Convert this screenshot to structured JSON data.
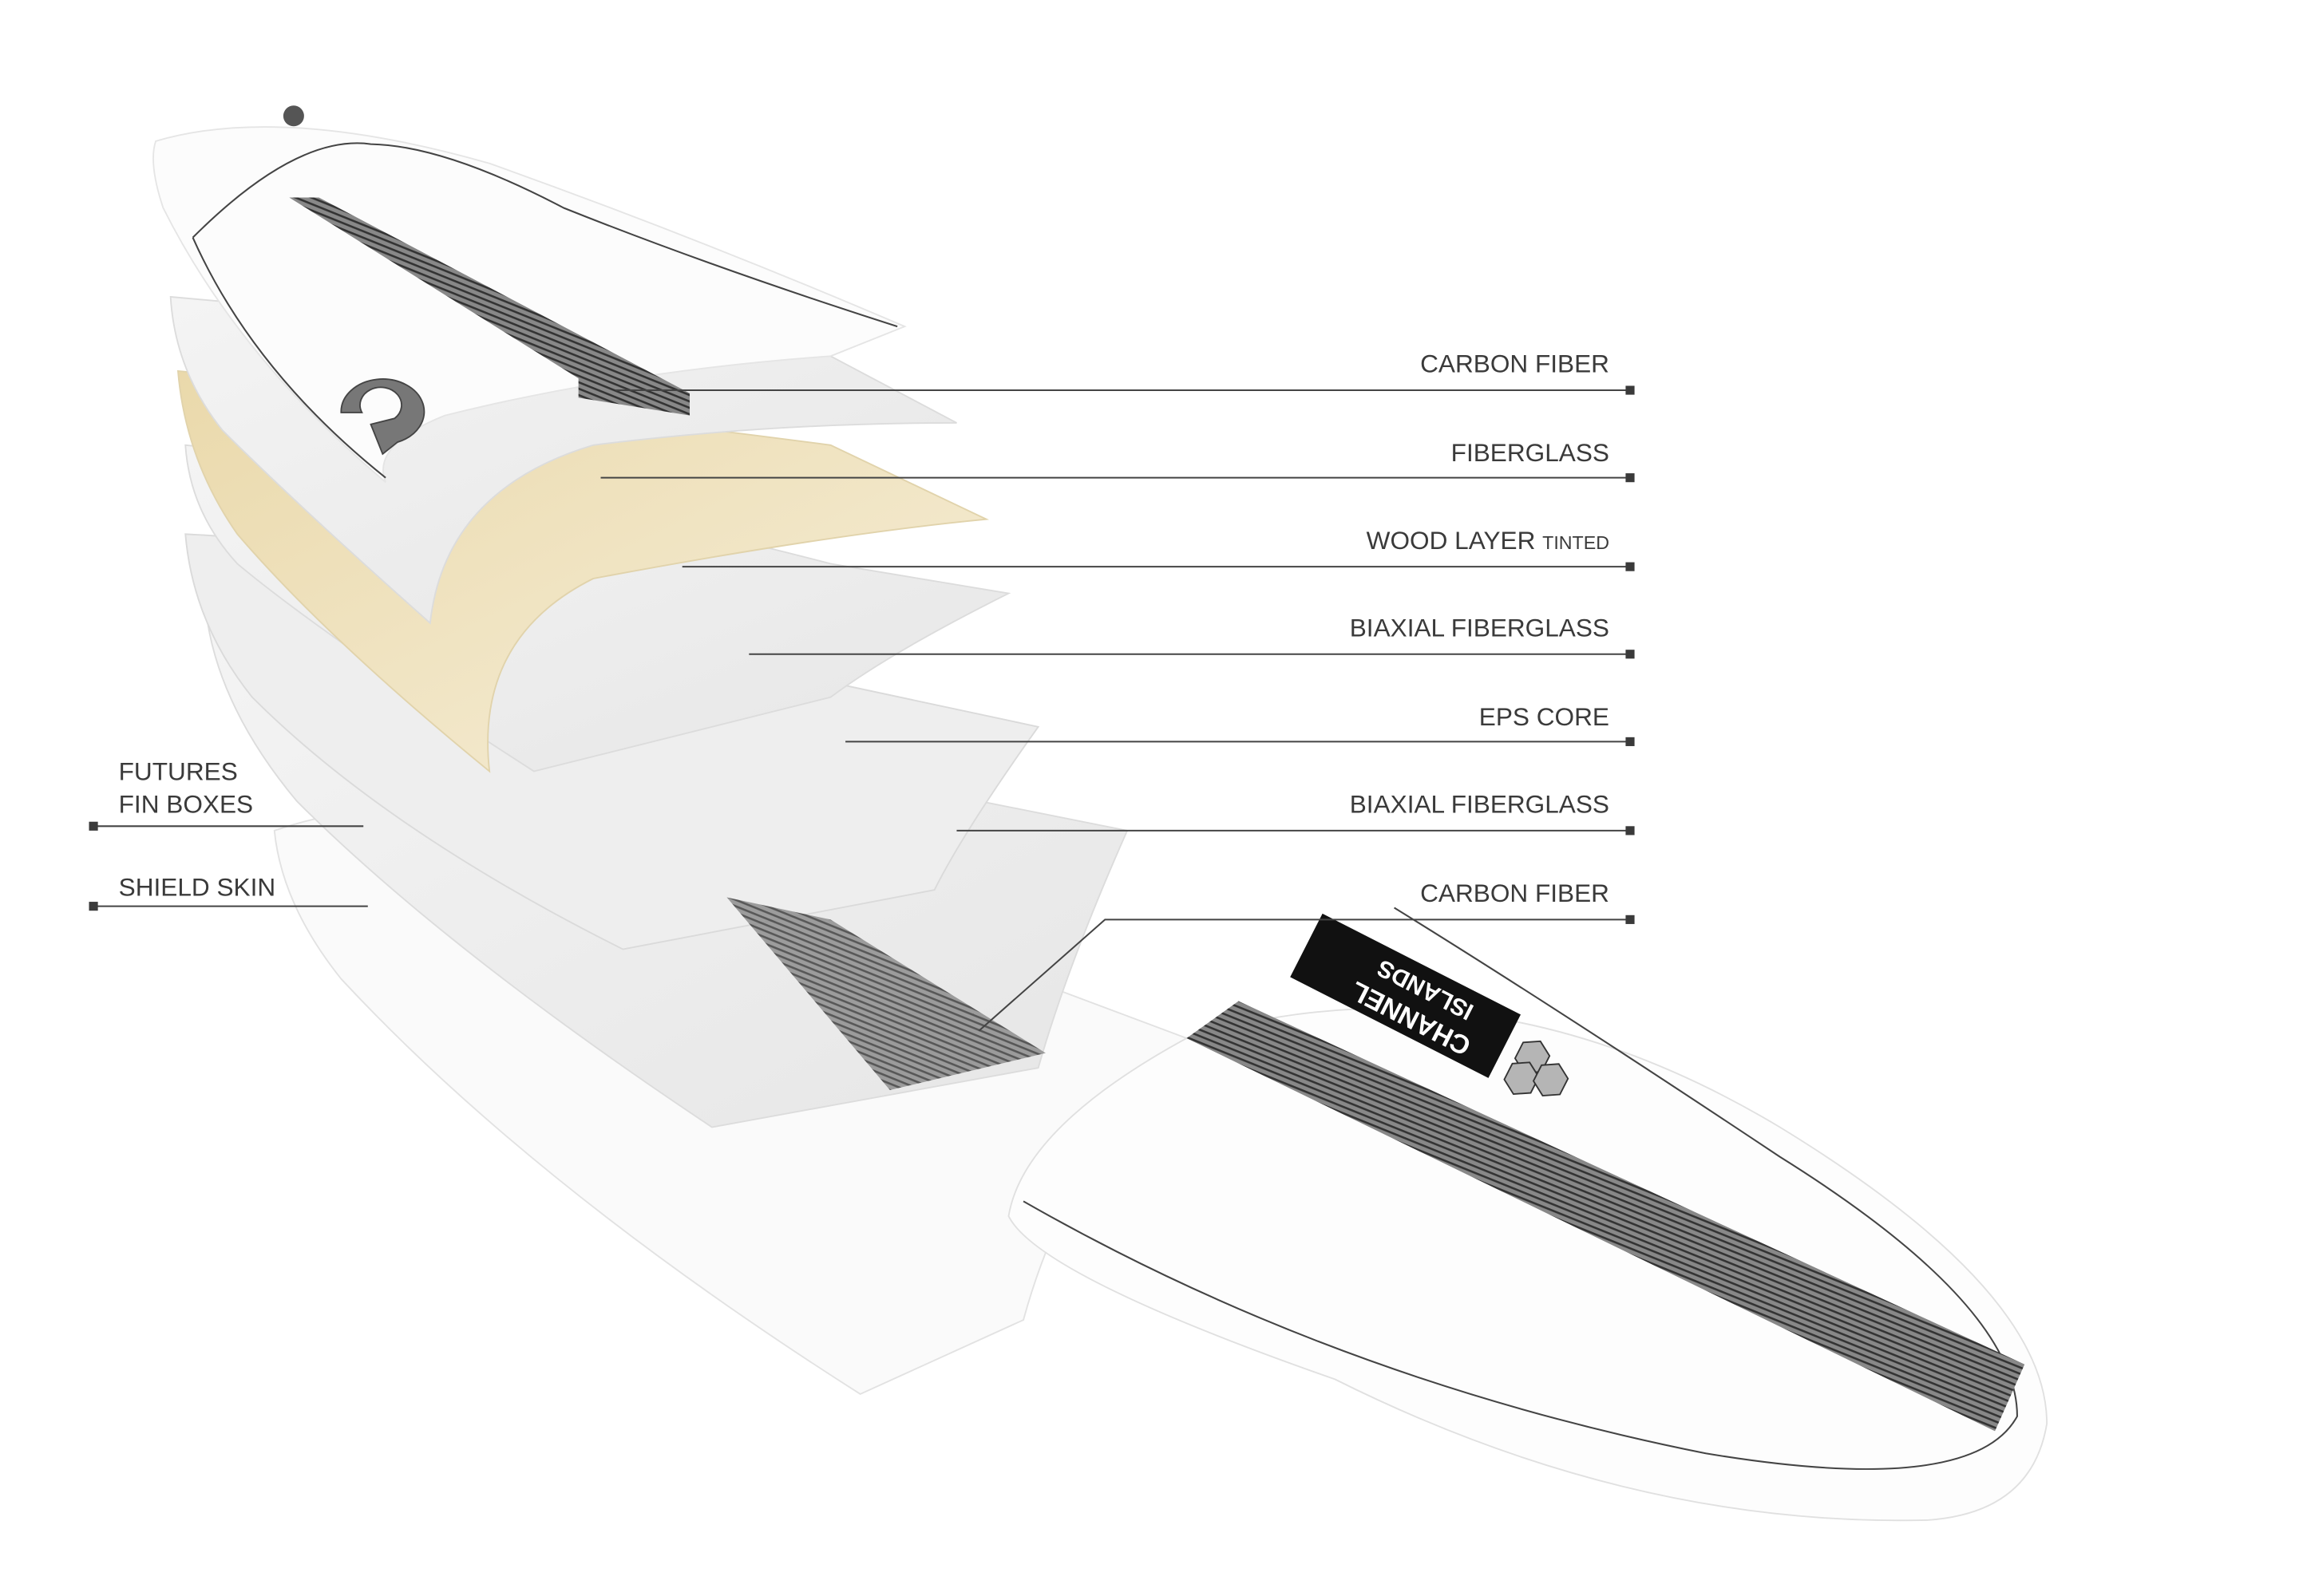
{
  "labels_right": [
    {
      "text": "CARBON FIBER"
    },
    {
      "text": "FIBERGLASS"
    },
    {
      "text": "WOOD LAYER",
      "suffix": "TINTED"
    },
    {
      "text": "BIAXIAL FIBERGLASS"
    },
    {
      "text": "EPS CORE"
    },
    {
      "text": "BIAXIAL FIBERGLASS"
    },
    {
      "text": "CARBON FIBER"
    }
  ],
  "labels_left": [
    {
      "line1": "FUTURES",
      "line2": "FIN BOXES"
    },
    {
      "text": "SHIELD SKIN"
    }
  ],
  "logo": {
    "line1": "CHANNEL",
    "line2": "ISLANDS"
  },
  "colors": {
    "text": "#3a3a3a",
    "wood": "#efe2bf",
    "carbon": "#6a6a6a",
    "logo_hex": "#b5b5b5"
  }
}
